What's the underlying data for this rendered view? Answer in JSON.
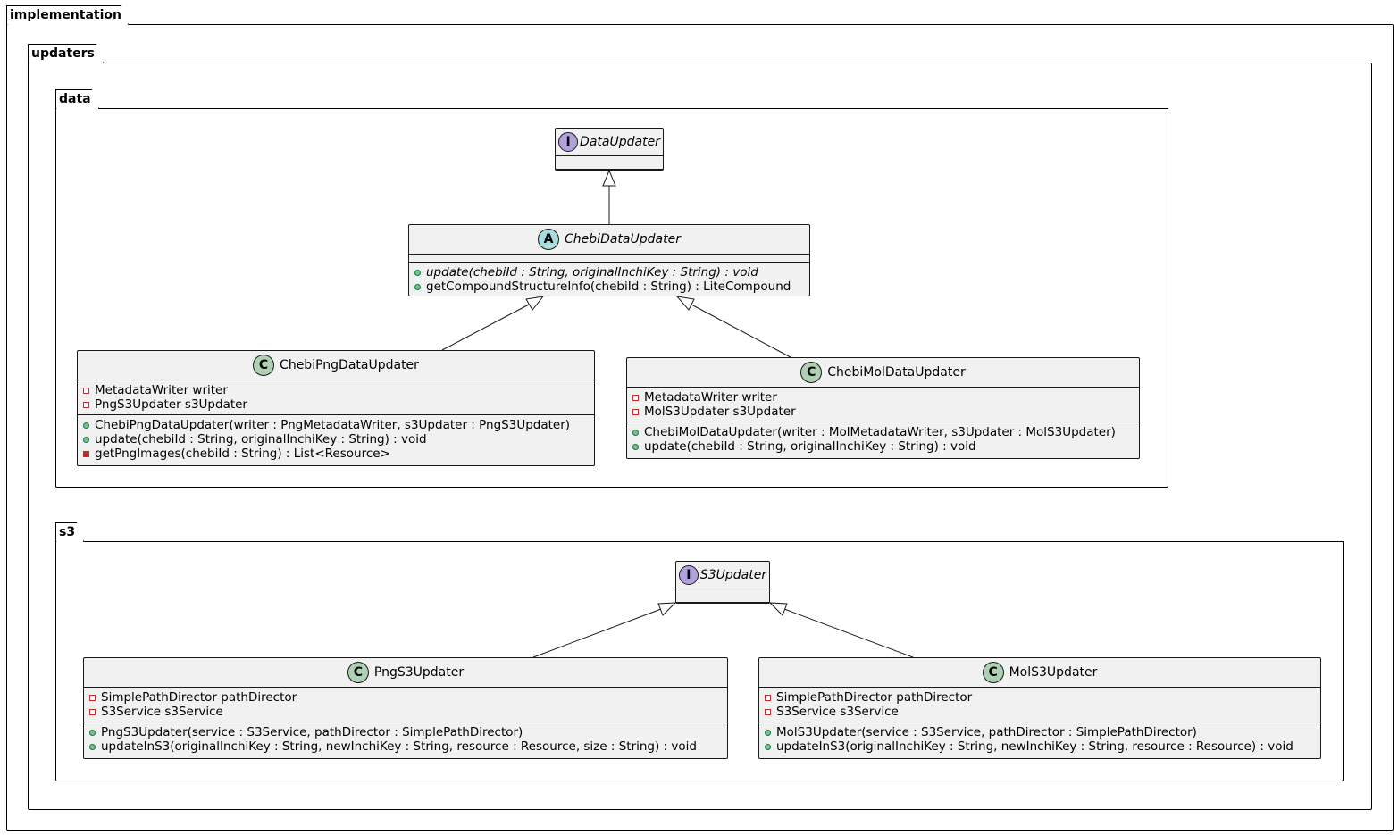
{
  "packages": {
    "implementation": "implementation",
    "updaters": "updaters",
    "data": "data",
    "s3": "s3"
  },
  "stereotype_letters": {
    "interface": "I",
    "abstract": "A",
    "class": "C"
  },
  "colors": {
    "interface_badge": "#b3a1dd",
    "abstract_badge": "#a9dcdf",
    "class_badge": "#add1b2",
    "class_fill": "#f1f1f1",
    "private_visibility": "#c82930",
    "public_visibility": "#84be84"
  },
  "classes": {
    "data_updater": {
      "name": "DataUpdater",
      "kind": "interface"
    },
    "chebi_data_updater": {
      "name": "ChebiDataUpdater",
      "kind": "abstract",
      "methods": [
        "update(chebiId : String, originalInchiKey : String) : void",
        "getCompoundStructureInfo(chebiId : String) : LiteCompound"
      ]
    },
    "chebi_png_data_updater": {
      "name": "ChebiPngDataUpdater",
      "kind": "class",
      "fields": [
        "MetadataWriter writer",
        "PngS3Updater s3Updater"
      ],
      "methods": [
        "ChebiPngDataUpdater(writer : PngMetadataWriter, s3Updater : PngS3Updater)",
        "update(chebiId : String, originalInchiKey : String) : void",
        "getPngImages(chebiId : String) : List<Resource>"
      ]
    },
    "chebi_mol_data_updater": {
      "name": "ChebiMolDataUpdater",
      "kind": "class",
      "fields": [
        "MetadataWriter writer",
        "MolS3Updater s3Updater"
      ],
      "methods": [
        "ChebiMolDataUpdater(writer : MolMetadataWriter, s3Updater : MolS3Updater)",
        "update(chebiId : String, originalInchiKey : String) : void"
      ]
    },
    "s3_updater": {
      "name": "S3Updater",
      "kind": "interface"
    },
    "png_s3_updater": {
      "name": "PngS3Updater",
      "kind": "class",
      "fields": [
        "SimplePathDirector pathDirector",
        "S3Service s3Service"
      ],
      "methods": [
        "PngS3Updater(service : S3Service, pathDirector : SimplePathDirector)",
        "updateInS3(originalInchiKey : String, newInchiKey : String, resource : Resource, size : String) : void"
      ]
    },
    "mol_s3_updater": {
      "name": "MolS3Updater",
      "kind": "class",
      "fields": [
        "SimplePathDirector pathDirector",
        "S3Service s3Service"
      ],
      "methods": [
        "MolS3Updater(service : S3Service, pathDirector : SimplePathDirector)",
        "updateInS3(originalInchiKey : String, newInchiKey : String, resource : Resource) : void"
      ]
    }
  }
}
